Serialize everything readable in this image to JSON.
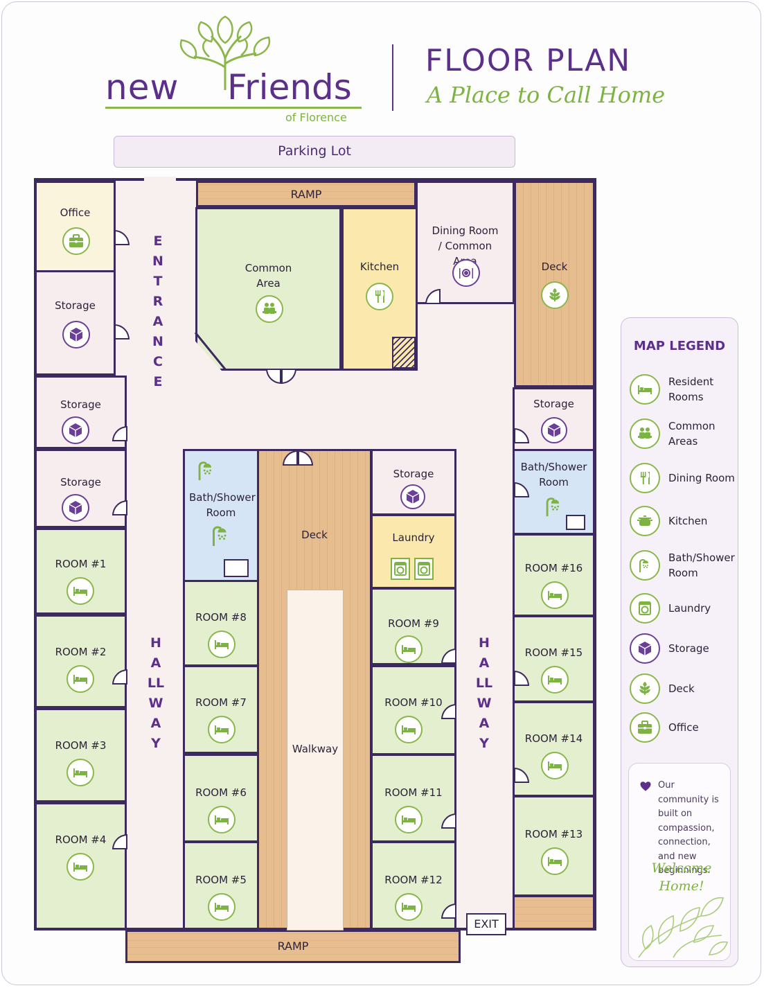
{
  "header": {
    "logo_word_new": "new",
    "logo_word_friends": "Friends",
    "logo_sub": "of Florence",
    "title": "FLOOR PLAN",
    "tagline": "A Place to Call Home"
  },
  "parking_lot": "Parking Lot",
  "ramp_top": "RAMP",
  "ramp_bottom": "RAMP",
  "exit": "EXIT",
  "entrance": "ENTRANCE",
  "hallway_left": "HALLWAY",
  "hallway_right": "HALLWAY",
  "rooms": {
    "office": "Office",
    "storage_1": "Storage",
    "storage_2": "Storage",
    "storage_3": "Storage",
    "storage_4": "Storage",
    "storage_5": "Storage",
    "common_area": "Common Area",
    "kitchen": "Kitchen",
    "dining": "Dining Room / Common Area",
    "deck_right": "Deck",
    "deck_center": "Deck",
    "walkway": "Walkway",
    "bath_left": "Bath/Shower Room",
    "bath_right": "Bath/Shower Room",
    "laundry": "Laundry",
    "room1": "ROOM #1",
    "room2": "ROOM #2",
    "room3": "ROOM #3",
    "room4": "ROOM #4",
    "room5": "ROOM #5",
    "room6": "ROOM #6",
    "room7": "ROOM #7",
    "room8": "ROOM #8",
    "room9": "ROOM #9",
    "room10": "ROOM #10",
    "room11": "ROOM #11",
    "room12": "ROOM #12",
    "room13": "ROOM #13",
    "room14": "ROOM #14",
    "room15": "ROOM #15",
    "room16": "ROOM #16"
  },
  "legend": {
    "title": "MAP LEGEND",
    "items": [
      {
        "label": "Resident Rooms",
        "icon": "bed-icon"
      },
      {
        "label": "Common Areas",
        "icon": "people-icon"
      },
      {
        "label": "Dining Room",
        "icon": "utensils-icon"
      },
      {
        "label": "Kitchen",
        "icon": "pot-icon"
      },
      {
        "label": "Bath/Shower Room",
        "icon": "shower-icon"
      },
      {
        "label": "Laundry",
        "icon": "washer-icon"
      },
      {
        "label": "Storage",
        "icon": "box-icon"
      },
      {
        "label": "Deck",
        "icon": "plant-icon"
      },
      {
        "label": "Office",
        "icon": "briefcase-icon"
      }
    ],
    "note": "Our community is built on compassion, connection, and new beginnings.",
    "welcome": "Welcome Home!"
  },
  "colors": {
    "purple": "#5b2f8a",
    "green": "#7cb342",
    "wall": "#3c2a5e"
  }
}
